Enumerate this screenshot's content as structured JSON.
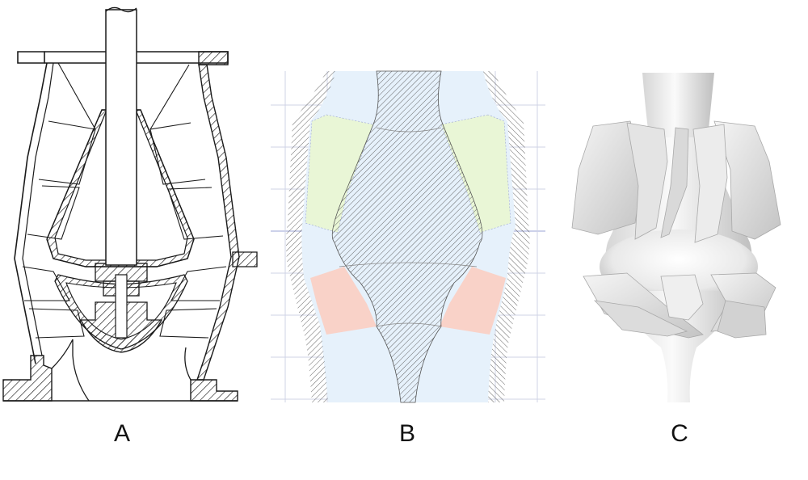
{
  "panels": [
    {
      "id": "a",
      "label": "A"
    },
    {
      "id": "b",
      "label": "B"
    },
    {
      "id": "c",
      "label": "C"
    }
  ],
  "colors": {
    "line": "#1a1a1a",
    "hatch": "#3a3a3a",
    "passage_blue": "#e6f1fb",
    "stage_green": "#e9f6d6",
    "stage_red": "#f9d2c8",
    "grid": "#cfd3e6",
    "render_light": "#f2f2f2",
    "render_shade": "#c9c9c9"
  }
}
